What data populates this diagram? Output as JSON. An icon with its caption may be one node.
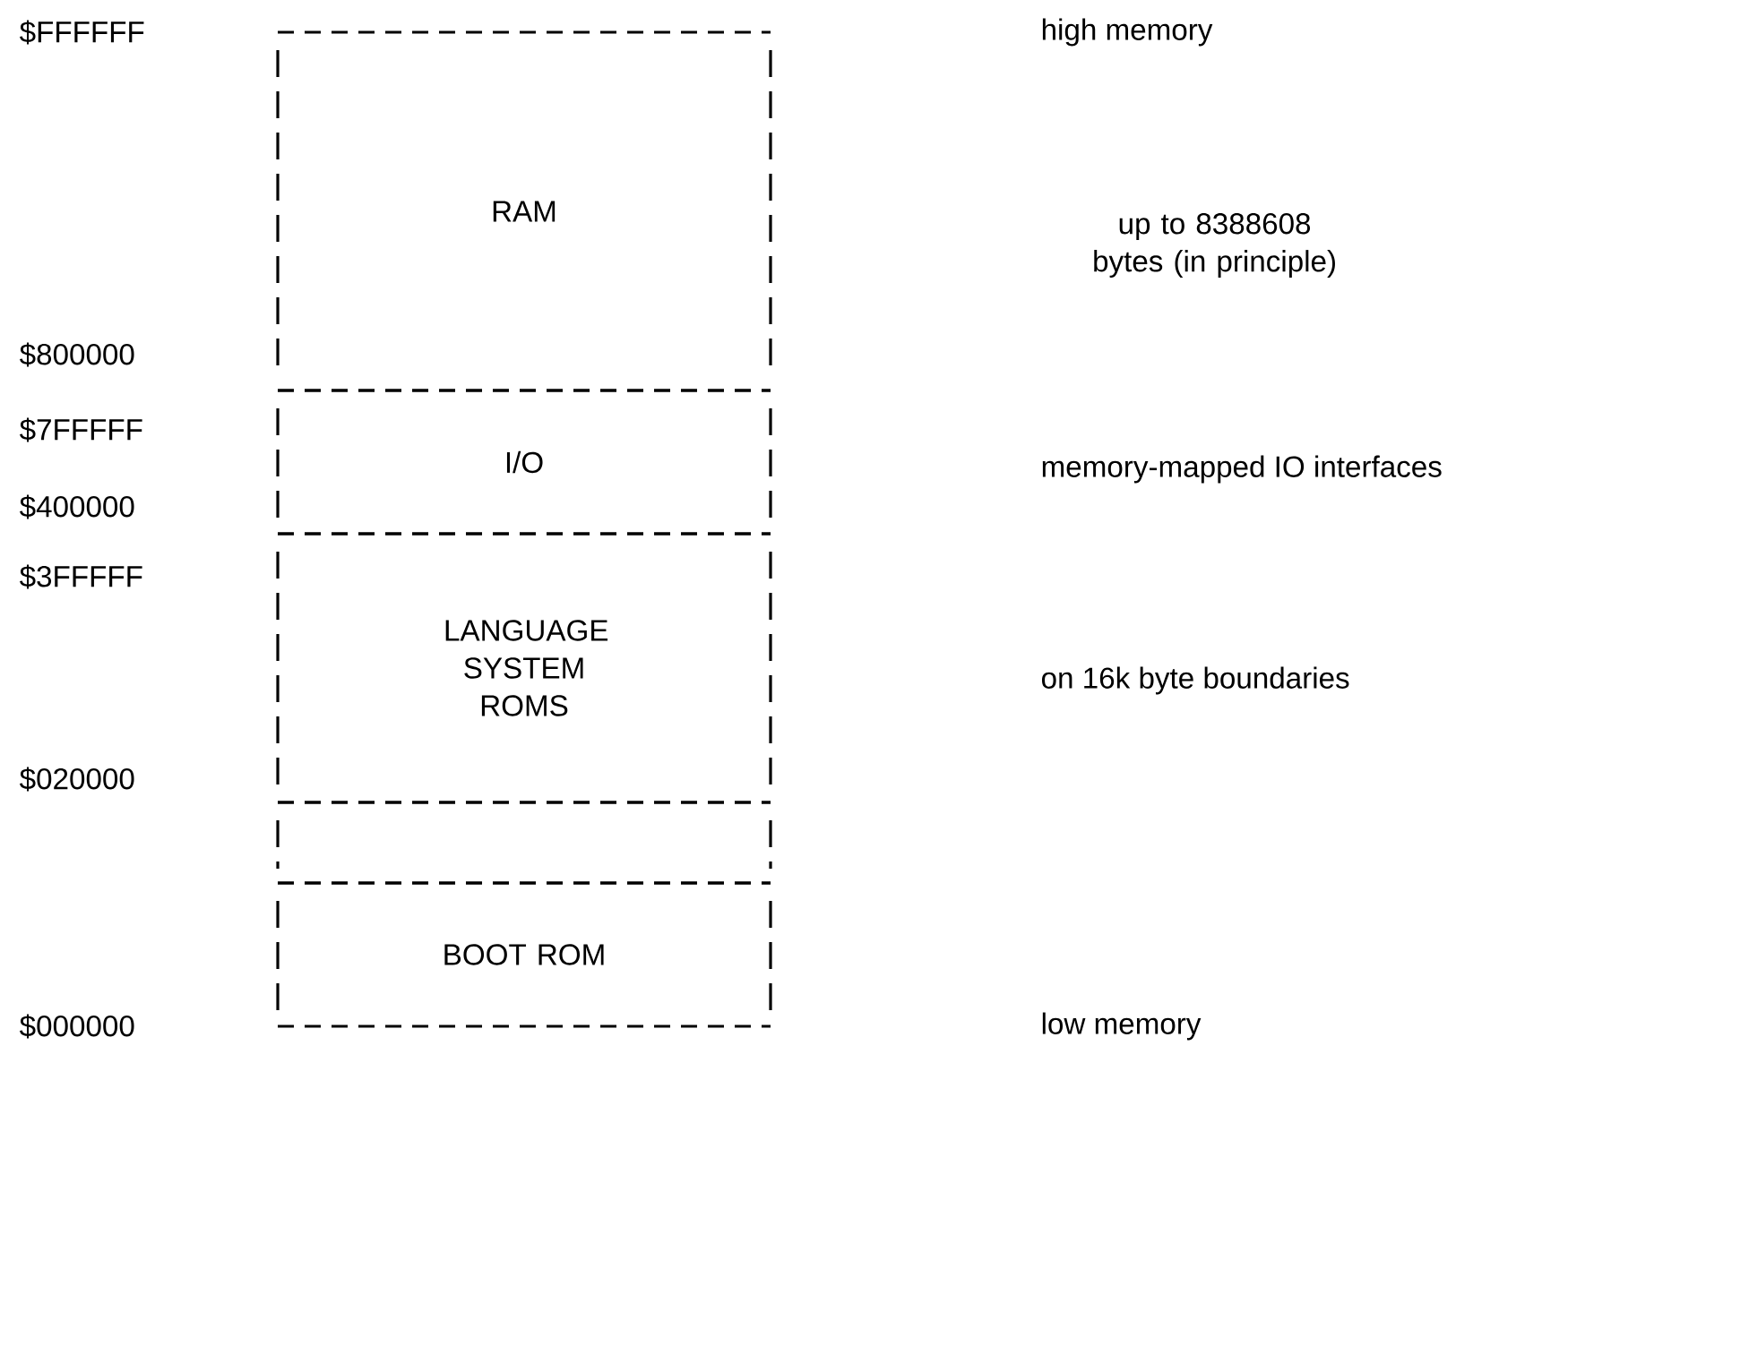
{
  "diagram": {
    "nodes": [
      {
        "text": [
          "RAM"
        ]
      },
      {
        "text": [
          "I/O"
        ]
      },
      {
        "text": [
          "LANGUAGE SYSTEM ROMS"
        ]
      },
      {
        "text": [],
        "shape": "box"
      },
      {
        "text": [
          "BOOT ROM"
        ]
      }
    ],
    "edges": [],
    "labels": [
      "$FFFFFF",
      "high memory",
      "up to 8388608 bytes (in principle)",
      "$800000",
      "$7FFFFF",
      "memory-mapped IO interfaces",
      "$400000",
      "$3FFFFF",
      "on 16k byte boundaries",
      "$020000",
      "$000000",
      "low memory"
    ]
  }
}
